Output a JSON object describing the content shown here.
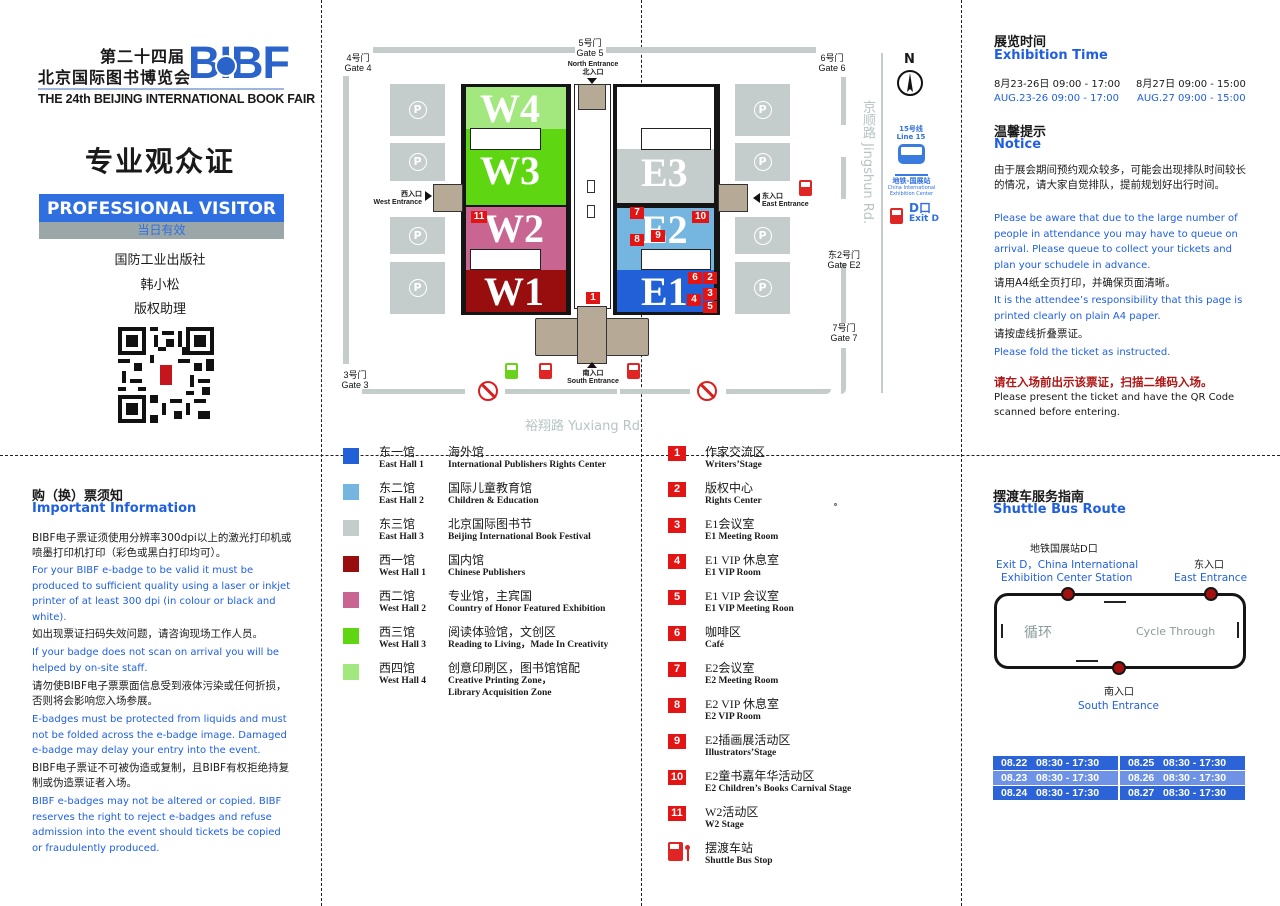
{
  "colors": {
    "accent_blue": "#1f5fe0",
    "east_hall_1": "#2160d6",
    "east_hall_2": "#74b6e0",
    "east_hall_3": "#c5cdcc",
    "west_hall_1": "#980e0e",
    "west_hall_2": "#c86691",
    "west_hall_3": "#5fd612",
    "west_hall_4": "#a2e87e",
    "marker_red": "#e31414",
    "warning_red": "#b01515"
  },
  "badge": {
    "logo_cn_line1": "第二十四届",
    "logo_cn_line2": "北京国际图书博览会",
    "logo_mark": "BIBF",
    "logo_en": "THE 24th BEIJING INTERNATIONAL BOOK FAIR",
    "title_cn": "专业观众证",
    "type_label": "PROFESSIONAL VISITOR",
    "validity": "当日有效",
    "organization": "国防工业出版社",
    "name": "韩小松",
    "position": "版权助理",
    "qr_icon": "qr-code"
  },
  "map": {
    "gates": {
      "gate4": {
        "cn": "4号门",
        "en": "Gate 4"
      },
      "gate5": {
        "cn": "5号门",
        "en": "Gate 5"
      },
      "gate6": {
        "cn": "6号门",
        "en": "Gate 6"
      },
      "gate3": {
        "cn": "3号门",
        "en": "Gate 3"
      },
      "gateE2": {
        "cn": "东2号门",
        "en": "Gate E2"
      },
      "gate7": {
        "cn": "7号门",
        "en": "Gate 7"
      }
    },
    "entrances": {
      "north": {
        "en": "North Entrance",
        "cn": "北入口"
      },
      "west": {
        "cn": "西入口",
        "en": "West Entrance"
      },
      "east": {
        "cn": "东入口",
        "en": "East Entrance"
      },
      "south": {
        "cn": "南入口",
        "en": "South Entrance"
      }
    },
    "halls": {
      "W4": "W4",
      "W3": "W3",
      "W2": "W2",
      "W1": "W1",
      "E3": "E3",
      "E2": "E2",
      "E1": "E1"
    },
    "markers": [
      "1",
      "2",
      "3",
      "4",
      "5",
      "6",
      "7",
      "8",
      "9",
      "10",
      "11"
    ],
    "parking": "P",
    "compass": "N",
    "roads": {
      "east": "京顺路  Jingshun Rd.",
      "south": "裕翔路  Yuxiang Rd."
    },
    "metro": {
      "line_cn": "15号线",
      "line_en": "Line 15",
      "station_cn": "地铁-国展站",
      "station_en": "China International Exhibition Center",
      "exit_cn": "D口",
      "exit_en": "Exit D"
    }
  },
  "exhibition": {
    "title_cn": "展览时间",
    "title_en": "Exhibition Time",
    "slots": [
      {
        "cn": "8月23-26日 09:00 - 17:00",
        "en": "AUG.23-26 09:00 - 17:00"
      },
      {
        "cn": "8月27日 09:00 - 15:00",
        "en": "AUG.27 09:00 - 15:00"
      }
    ]
  },
  "notice": {
    "title_cn": "温馨提示",
    "title_en": "Notice",
    "p1_cn": "由于展会期间预约观众较多，可能会出现排队时间较长的情况，请大家自觉排队，提前规划好出行时间。",
    "p1_en": "Please be aware that due to the large number of people in attendance you may have to queue on arrival. Please queue to collect your tickets and plan your schudele in advance.",
    "p2_cn": "请用A4纸全页打印，并确保页面清晰。",
    "p2_en": "It is the attendee’s responsibility that this page is printed clearly on plain A4 paper.",
    "p3_cn": "请按虚线折叠票证。",
    "p3_en": "Please fold the ticket as instructed.",
    "warn_cn": "请在入场前出示该票证，扫描二维码入场。",
    "warn_en": "Please present the ticket and have the QR Code scanned before entering."
  },
  "important": {
    "title_cn": "购（换）票须知",
    "title_en": "Important Information",
    "items": [
      {
        "cn": "BIBF电子票证须使用分辨率300dpi以上的激光打印机或喷墨打印机打印（彩色或黑白打印均可）。",
        "en": "For your BIBF e-badge to be valid it must be produced to sufficient quality using a laser or inkjet printer of at least 300 dpi (in colour or black and white)."
      },
      {
        "cn": "如出现票证扫码失效问题，请咨询现场工作人员。",
        "en": "If your badge does not scan on arrival you will be helped by on-site staff."
      },
      {
        "cn": "请勿使BIBF电子票票面信息受到液体污染或任何折损，否则将会影响您入场参展。",
        "en": "E-badges must be protected from liquids and must not be folded across the e-badge image. Damaged e-badge may delay your entry into the event."
      },
      {
        "cn": "BIBF电子票证不可被伪造或复制，且BIBF有权拒绝持复制或伪造票证者入场。",
        "en": "BIBF e-badges may not be altered or copied. BIBF reserves the right to reject e-badges and refuse admission into the event should tickets be copied or fraudulently produced."
      }
    ]
  },
  "hall_legend": [
    {
      "hall_cn": "东一馆",
      "hall_en": "East Hall 1",
      "desc_cn": "海外馆",
      "desc_en": "International Publishers Rights Center",
      "color": "#2160d6"
    },
    {
      "hall_cn": "东二馆",
      "hall_en": "East Hall 2",
      "desc_cn": "国际儿童教育馆",
      "desc_en": "Children & Education",
      "color": "#74b6e0"
    },
    {
      "hall_cn": "东三馆",
      "hall_en": "East Hall 3",
      "desc_cn": "北京国际图书节",
      "desc_en": "Beijing International Book Festival",
      "color": "#c5cdcc"
    },
    {
      "hall_cn": "西一馆",
      "hall_en": "West Hall 1",
      "desc_cn": "国内馆",
      "desc_en": "Chinese Publishers",
      "color": "#980e0e"
    },
    {
      "hall_cn": "西二馆",
      "hall_en": "West Hall 2",
      "desc_cn": "专业馆，主宾国",
      "desc_en": "Country of Honor Featured Exhibition",
      "color": "#c86691"
    },
    {
      "hall_cn": "西三馆",
      "hall_en": "West Hall 3",
      "desc_cn": "阅读体验馆，文创区",
      "desc_en": "Reading to Living，Made In Creativity",
      "color": "#5fd612"
    },
    {
      "hall_cn": "西四馆",
      "hall_en": "West Hall 4",
      "desc_cn": "创意印刷区，图书馆馆配",
      "desc_en": "Creative Printing Zone，",
      "desc_en2": "Library Acquisition Zone",
      "color": "#a2e87e"
    }
  ],
  "area_legend": [
    {
      "num": "1",
      "cn": "作家交流区",
      "en": "Writers’Stage"
    },
    {
      "num": "2",
      "cn": "版权中心",
      "en": "Rights Center"
    },
    {
      "num": "3",
      "cn": "E1会议室",
      "en": "E1 Meeting Room"
    },
    {
      "num": "4",
      "cn": "E1 VIP 休息室",
      "en": "E1 VIP Room"
    },
    {
      "num": "5",
      "cn": "E1 VIP 会议室",
      "en": "E1 VIP Meeting Roon"
    },
    {
      "num": "6",
      "cn": "咖啡区",
      "en": "Café"
    },
    {
      "num": "7",
      "cn": "E2会议室",
      "en": "E2 Meeting Room"
    },
    {
      "num": "8",
      "cn": "E2 VIP 休息室",
      "en": "E2 VIP Room"
    },
    {
      "num": "9",
      "cn": "E2插画展活动区",
      "en": "Illustrators’Stage"
    },
    {
      "num": "10",
      "cn": "E2童书嘉年华活动区",
      "en": "E2 Children’s Books Carnival Stage"
    },
    {
      "num": "11",
      "cn": "W2活动区",
      "en": "W2 Stage"
    },
    {
      "num": "bus",
      "cn": "摆渡车站",
      "en": "Shuttle Bus Stop"
    }
  ],
  "shuttle": {
    "title_cn": "摆渡车服务指南",
    "title_en": "Shuttle Bus Route",
    "stop_metro_cn": "地铁国展站D口",
    "stop_metro_en1": "Exit D，China International",
    "stop_metro_en2": "Exhibition Center Station",
    "stop_east_cn": "东入口",
    "stop_east_en": "East Entrance",
    "stop_south_cn": "南入口",
    "stop_south_en": "South Entrance",
    "loop_cn": "循环",
    "loop_en": "Cycle Through",
    "schedule": [
      [
        "08.22   08:30 - 17:30",
        "08.25   08:30 - 17:30"
      ],
      [
        "08.23   08:30 - 17:30",
        "08.26   08:30 - 17:30"
      ],
      [
        "08.24   08:30 - 17:30",
        "08.27   08:30 - 17:30"
      ]
    ]
  }
}
